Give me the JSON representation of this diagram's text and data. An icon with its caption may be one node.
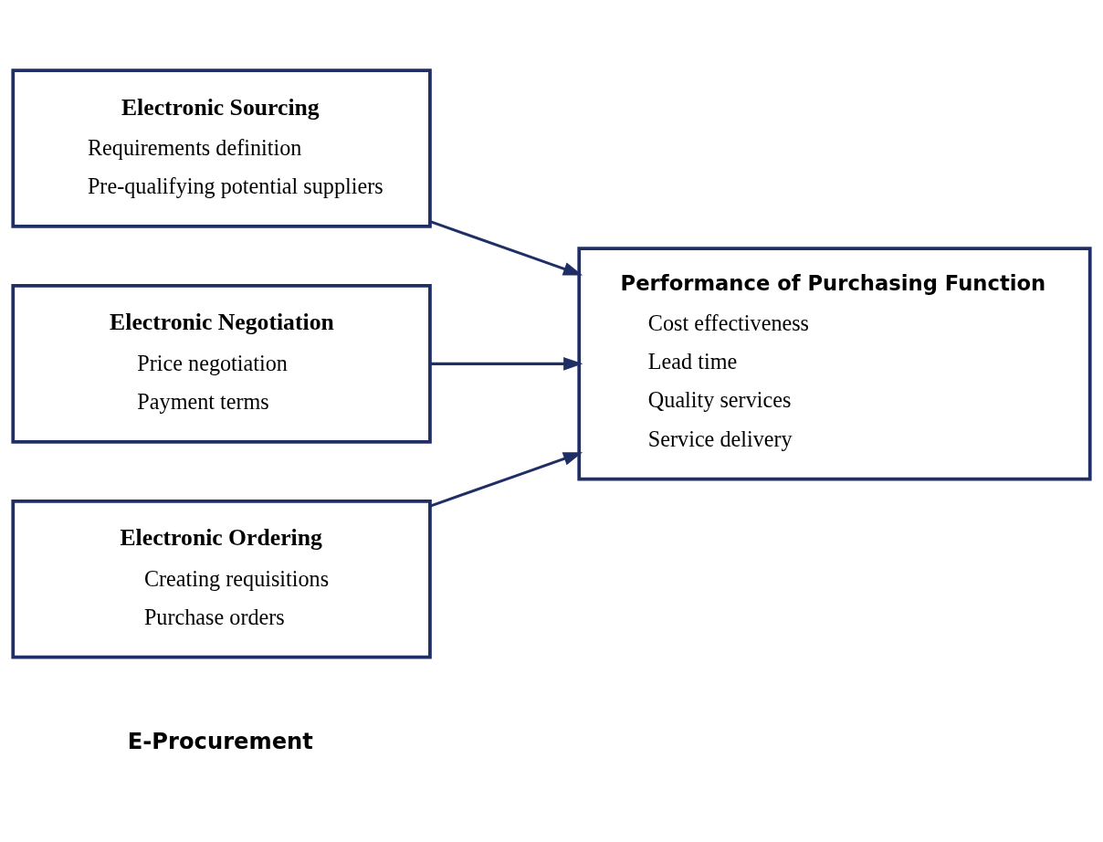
{
  "diagram": {
    "nodes": [
      {
        "text": [
          "Electronic Sourcing",
          "Requirements definition",
          "Pre-qualifying potential suppliers"
        ]
      },
      {
        "text": [
          "Electronic Negotiation",
          "Price negotiation",
          "Payment terms"
        ]
      },
      {
        "text": [
          "Electronic Ordering",
          "Creating requisitions",
          "Purchase orders"
        ]
      },
      {
        "text": [
          "Performance of Purchasing Function",
          "Cost effectiveness",
          "Lead time",
          "Quality services",
          "Service delivery"
        ]
      }
    ],
    "edges": [
      {
        "from": 0,
        "to": 3,
        "arrow": "to"
      },
      {
        "from": 1,
        "to": 3,
        "arrow": "to"
      },
      {
        "from": 2,
        "to": 3,
        "arrow": "to"
      }
    ],
    "labels": [
      "E-Procurement"
    ]
  }
}
